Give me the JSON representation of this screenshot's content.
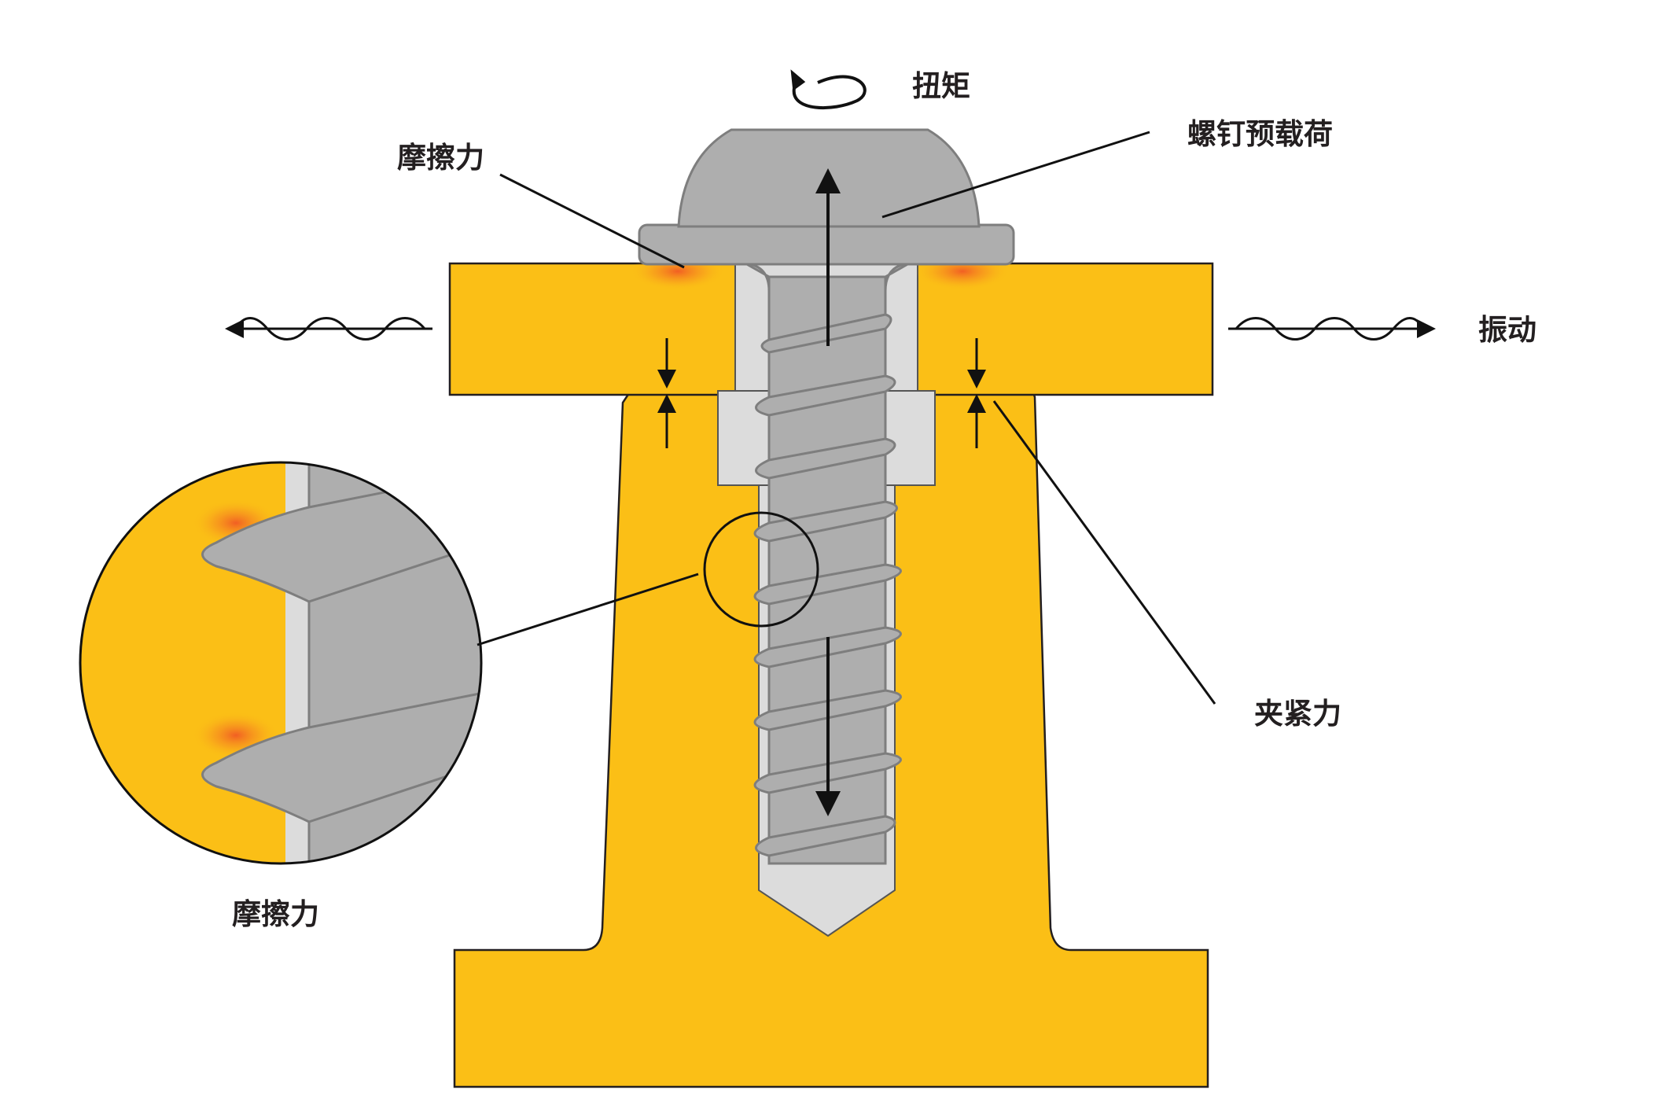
{
  "labels": {
    "torque": "扭矩",
    "preload": "螺钉预载荷",
    "friction_top": "摩擦力",
    "vibration": "振动",
    "clamp_force": "夹紧力",
    "friction_bottom": "摩擦力"
  },
  "colors": {
    "part": "#fbbf16",
    "screw": "#aeaeae",
    "screw_outline": "#7e7e7e",
    "hole": "#dcdcdc",
    "hotspot": "#f15a24",
    "line": "#111111"
  }
}
